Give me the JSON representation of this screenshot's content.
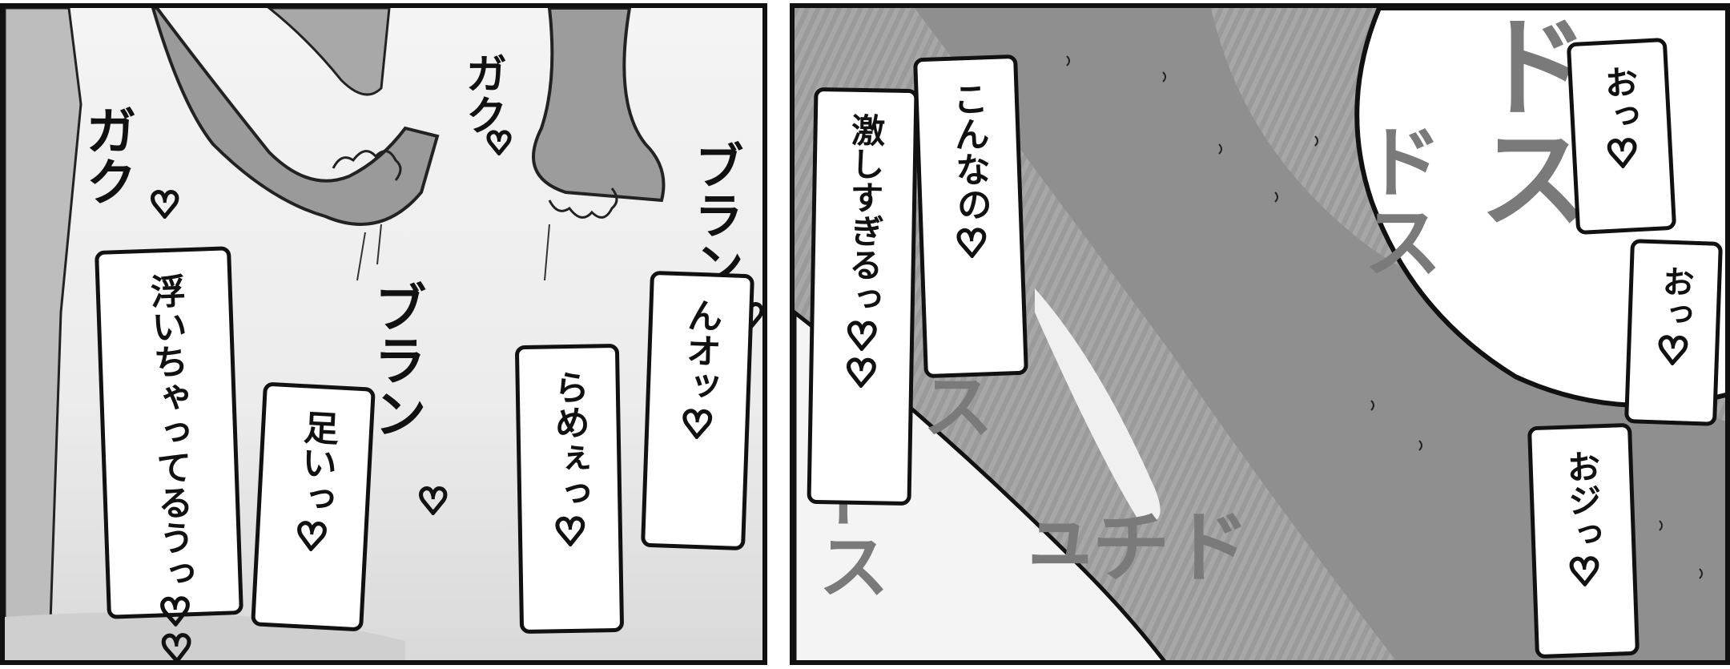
{
  "left_panel": {
    "bubbles": [
      {
        "text": "浮いちゃってるうっ",
        "hearts": [
          "♡",
          "♡"
        ]
      },
      {
        "text": "足いっ",
        "hearts": [
          "♡"
        ]
      },
      {
        "text": "らめぇっ",
        "hearts": [
          "♡"
        ]
      },
      {
        "text": "んオッ",
        "hearts": [
          "♡"
        ]
      }
    ],
    "sfx": [
      {
        "text": "ガク",
        "heart": "♡"
      },
      {
        "text": "ガク",
        "heart": "♡"
      },
      {
        "text": "ブラン",
        "heart": "♡"
      },
      {
        "text": "ブラン",
        "heart": "♡"
      }
    ]
  },
  "right_panel": {
    "bubbles": [
      {
        "text": "こんなの",
        "hearts": [
          "♡"
        ]
      },
      {
        "text": "激しすぎるっ",
        "hearts": [
          "♡",
          "♡"
        ]
      },
      {
        "text": "おっ",
        "hearts": [
          "♡"
        ]
      },
      {
        "text": "おっ",
        "hearts": [
          "♡"
        ]
      },
      {
        "text": "おジっ",
        "hearts": [
          "♡"
        ]
      }
    ],
    "sfx": [
      {
        "text": "ドス"
      },
      {
        "text": "ドス"
      },
      {
        "text": "ドス"
      },
      {
        "text": "ドチュ"
      },
      {
        "text": "ドス"
      }
    ]
  },
  "colors": {
    "ink": "#111111",
    "tone_gray": "#7a7a7a",
    "paper": "#ffffff"
  }
}
